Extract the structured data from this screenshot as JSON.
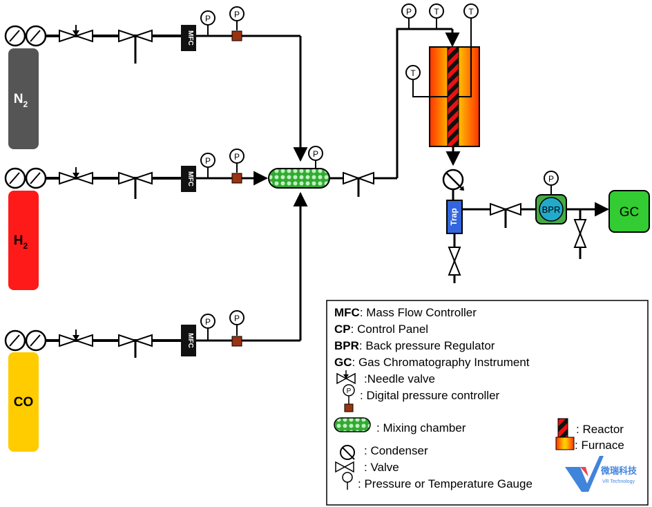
{
  "cylinders": [
    {
      "base": "N",
      "sub": "2",
      "color": "#555555",
      "text_color": "#ffffff"
    },
    {
      "base": "H",
      "sub": "2",
      "color": "#ff1a1a",
      "text_color": "#000000"
    },
    {
      "base": "CO",
      "sub": "",
      "color": "#ffcc00",
      "text_color": "#000000"
    }
  ],
  "mfc_label": "MFC",
  "gauge_p": "P",
  "gauge_t": "T",
  "trap_label": "Trap",
  "bpr_label": "BPR",
  "gc_label": "GC",
  "legend": {
    "items": [
      {
        "key": "MFC",
        "text": ": Mass Flow Controller"
      },
      {
        "key": "CP",
        "text": ": Control Panel"
      },
      {
        "key": "BPR",
        "text": ": Back pressure Regulator"
      },
      {
        "key": "GC",
        "text": ": Gas Chromatography Instrument"
      }
    ],
    "needle_valve": ":Needle valve",
    "pressure_controller": ": Digital pressure controller",
    "mixing_chamber": ": Mixing chamber",
    "reactor": ": Reactor",
    "furnace": ": Furnace",
    "condenser": ": Condenser",
    "valve": ": Valve",
    "gauge": ": Pressure or Temperature Gauge"
  },
  "watermark": {
    "cn": "微瑞科技",
    "en": "VR Technology"
  },
  "colors": {
    "line": "#000000",
    "mixer": "#33bb33",
    "gc": "#33cc33",
    "bpr": "#22aacc",
    "trap": "#3366dd",
    "pcu": "#993311"
  }
}
